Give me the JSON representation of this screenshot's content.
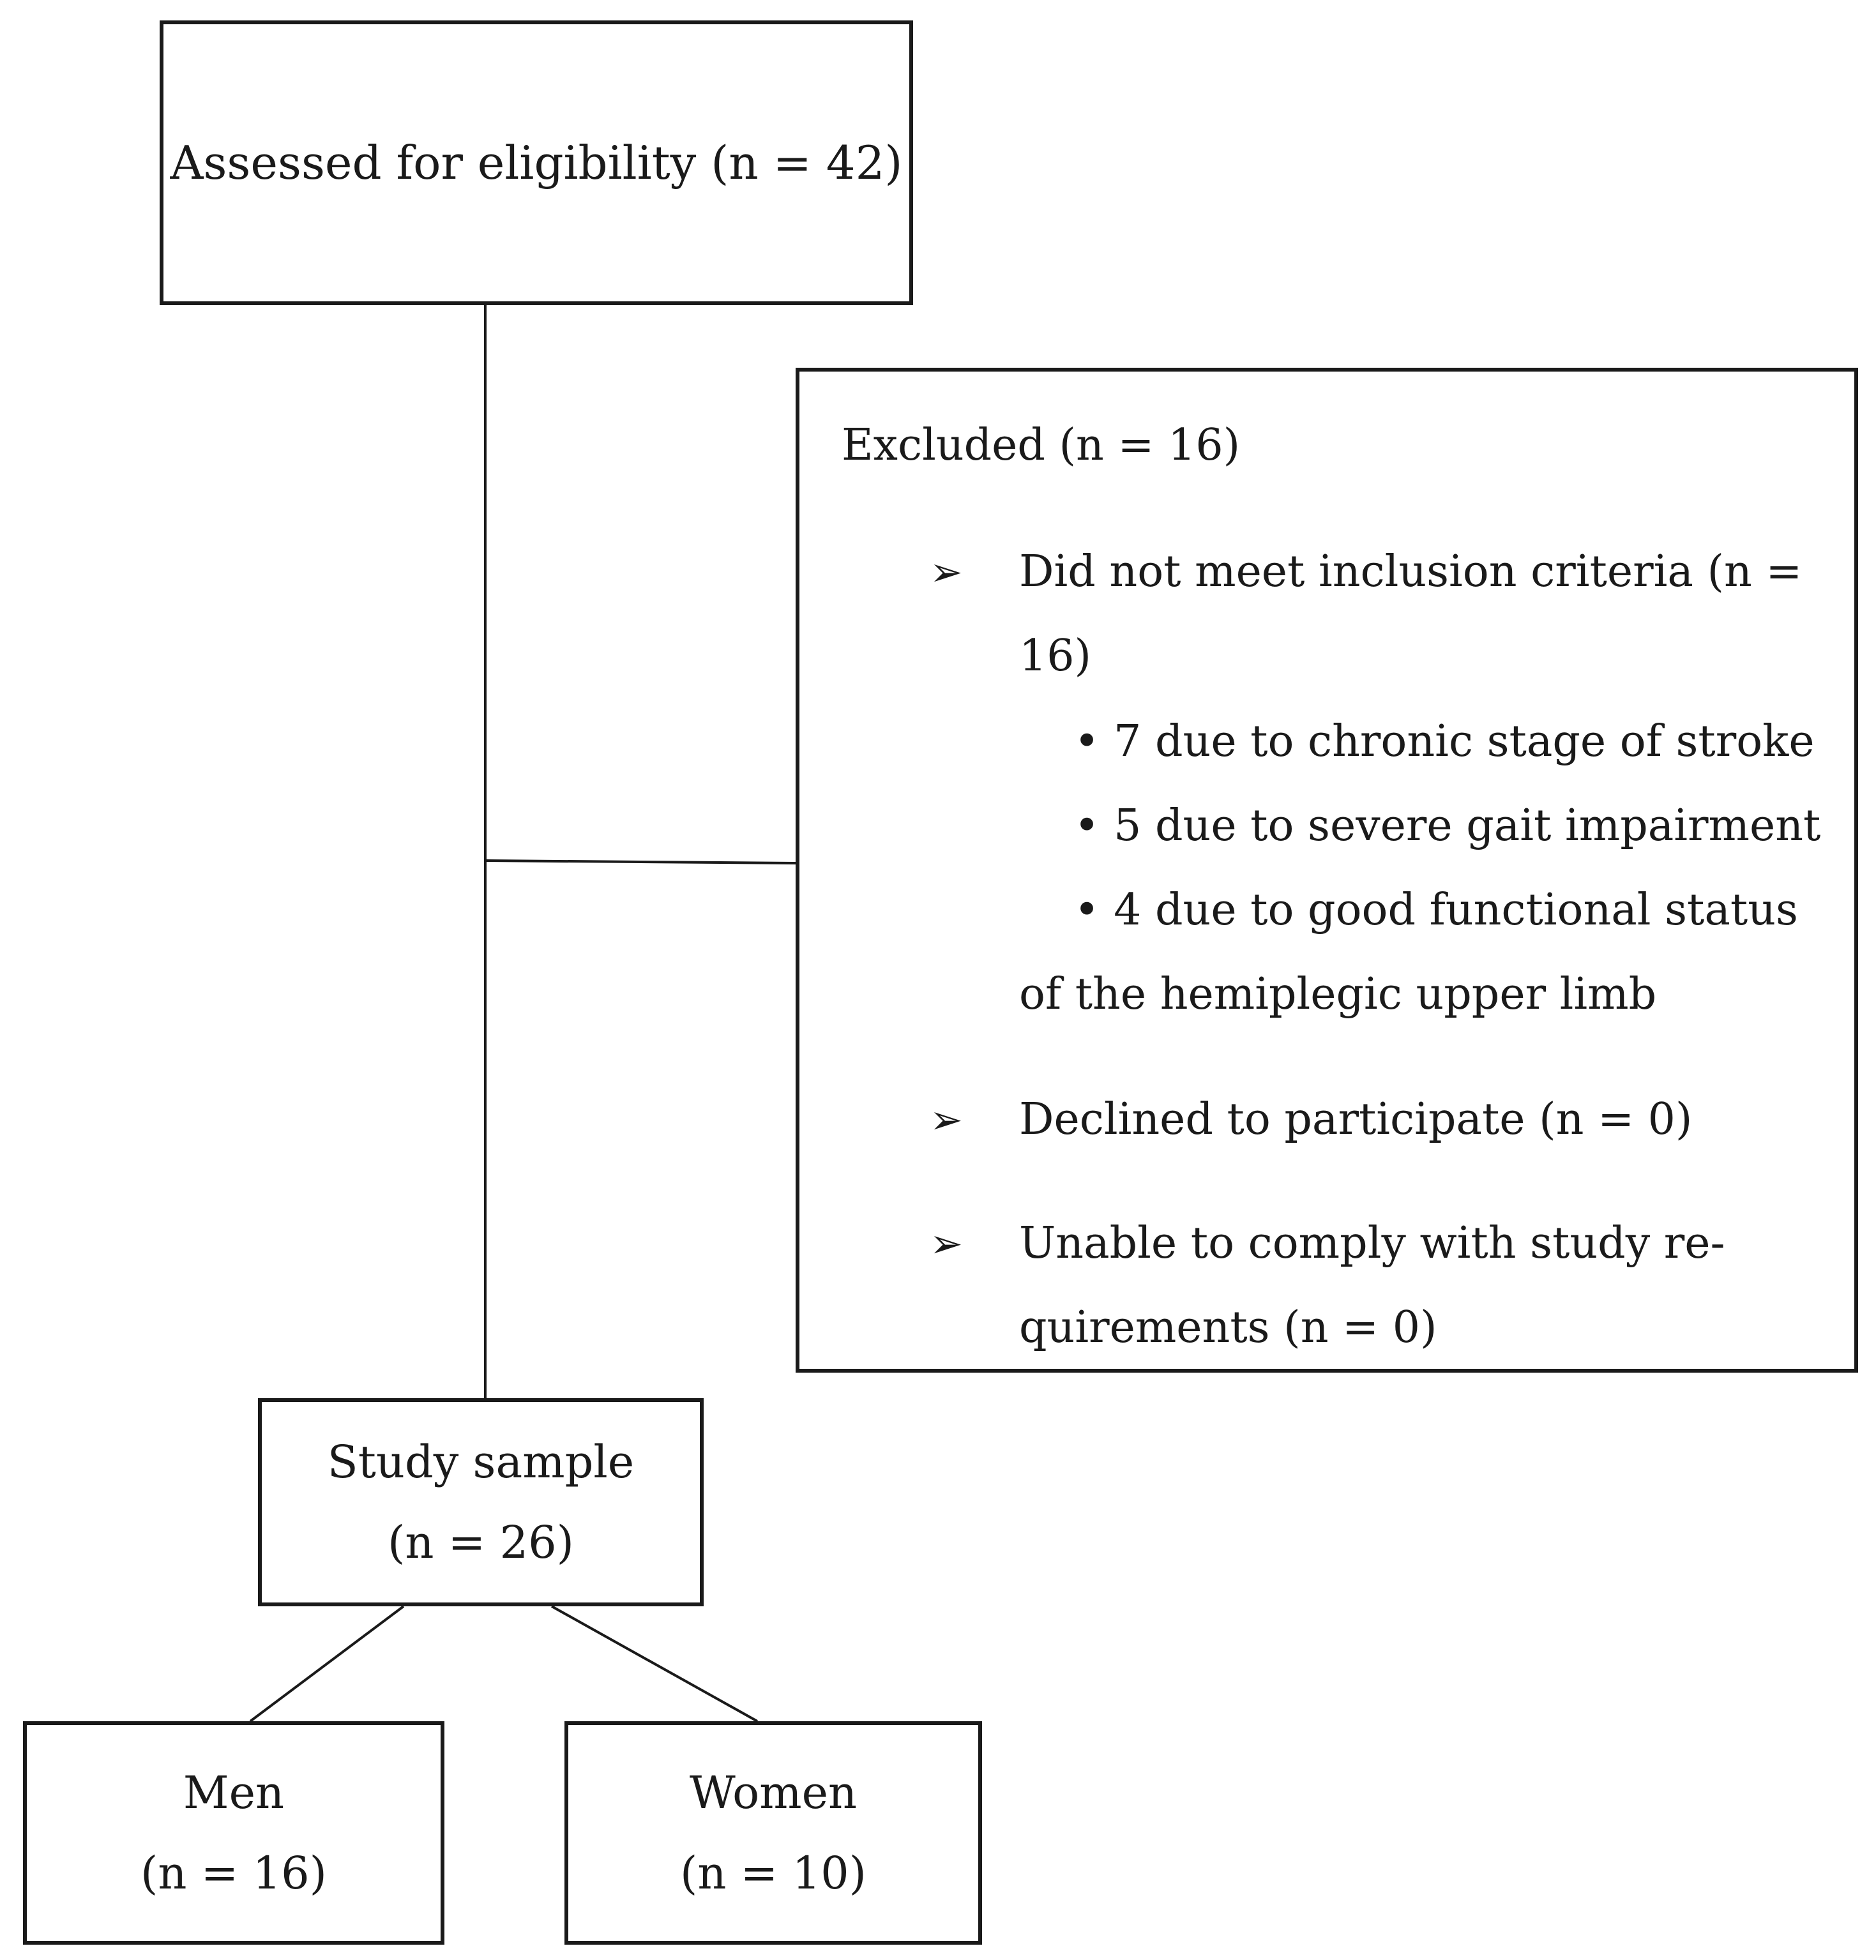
{
  "assessed": {
    "label": "Assessed for eligibility (n = 42)"
  },
  "excluded": {
    "title": "Excluded (n = 16)",
    "items": [
      {
        "arrow": "➢",
        "line1": "Did not meet inclusion criteria (n =",
        "line2": "16)"
      },
      {
        "arrow": "➢",
        "line1": "Declined to participate (n = 0)"
      },
      {
        "arrow": "➢",
        "line1": "Unable to comply with study re-",
        "line2": "quirements (n = 0)"
      }
    ],
    "reasons": [
      {
        "bullet": "•",
        "text": "7 due to chronic stage of stroke"
      },
      {
        "bullet": "•",
        "text": "5 due to severe gait impairment"
      },
      {
        "bullet": "•",
        "text": "4 due to good functional status"
      }
    ],
    "reason_continuation": "of the hemiplegic upper limb"
  },
  "sample": {
    "line1": "Study sample",
    "line2": "(n = 26)"
  },
  "men": {
    "line1": "Men",
    "line2": "(n = 16)"
  },
  "women": {
    "line1": "Women",
    "line2": "(n = 10)"
  }
}
